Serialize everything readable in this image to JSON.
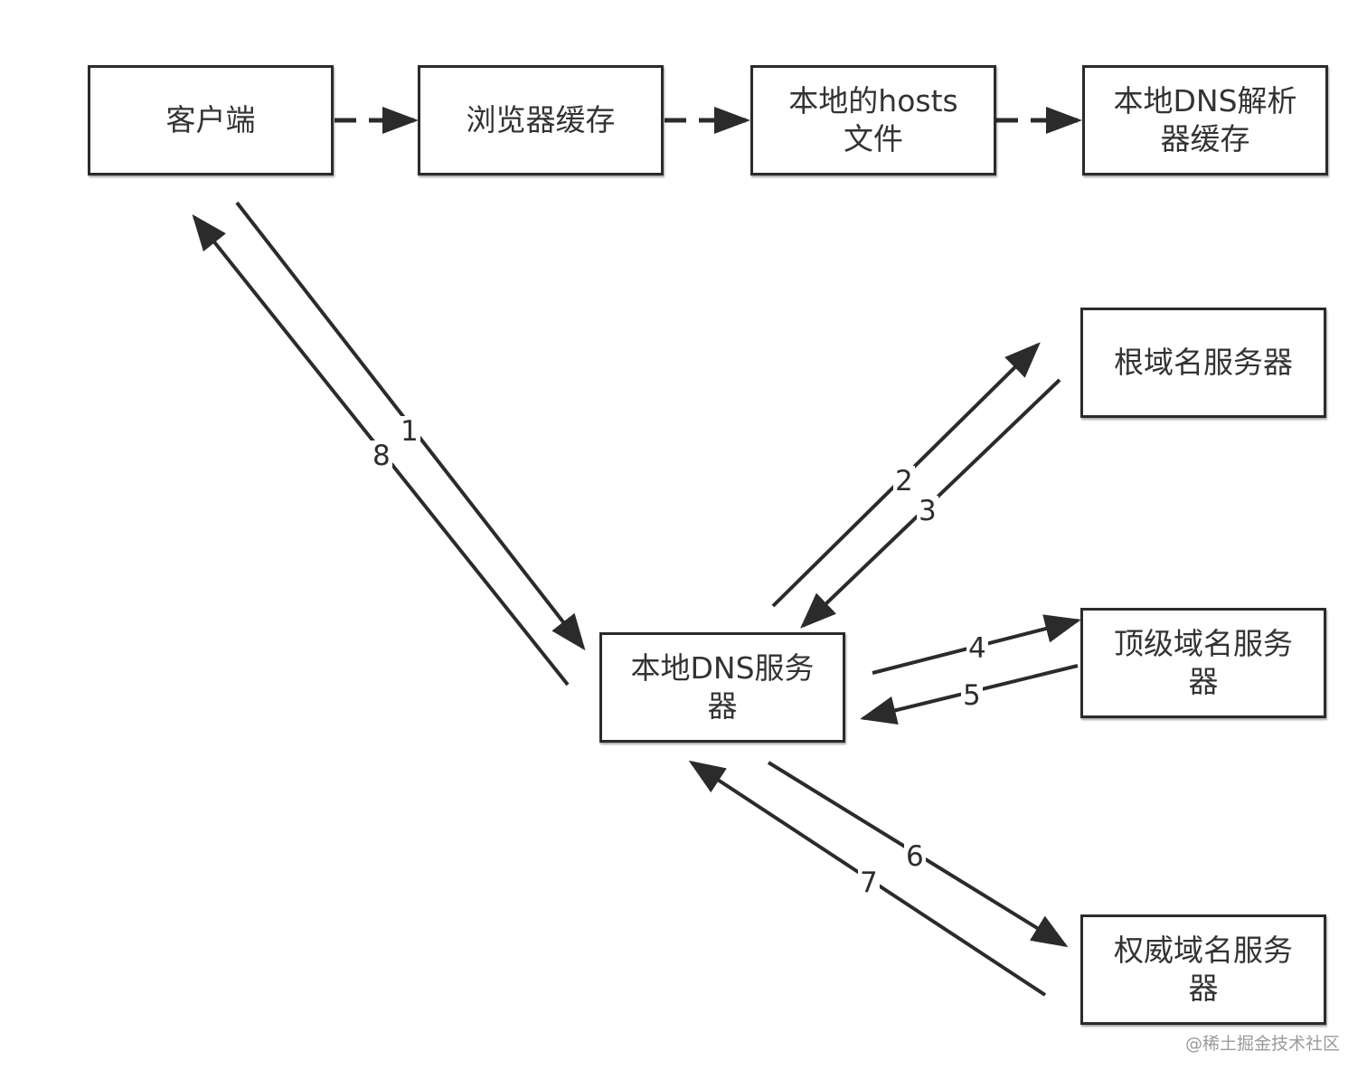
{
  "nodes": {
    "client": "客户端",
    "browser_cache": "浏览器缓存",
    "hosts_file": "本地的hosts\n文件",
    "resolver_cache": "本地DNS解析\n器缓存",
    "root_server": "根域名服务器",
    "tld_server": "顶级域名服务\n器",
    "local_dns": "本地DNS服务\n器",
    "auth_server": "权威域名服务\n器"
  },
  "steps": [
    "1",
    "2",
    "3",
    "4",
    "5",
    "6",
    "7",
    "8"
  ],
  "watermark": "@稀土掘金技术社区",
  "colors": {
    "line": "#2b2b2b",
    "text": "#333333",
    "watermark": "#9a9a9a"
  }
}
